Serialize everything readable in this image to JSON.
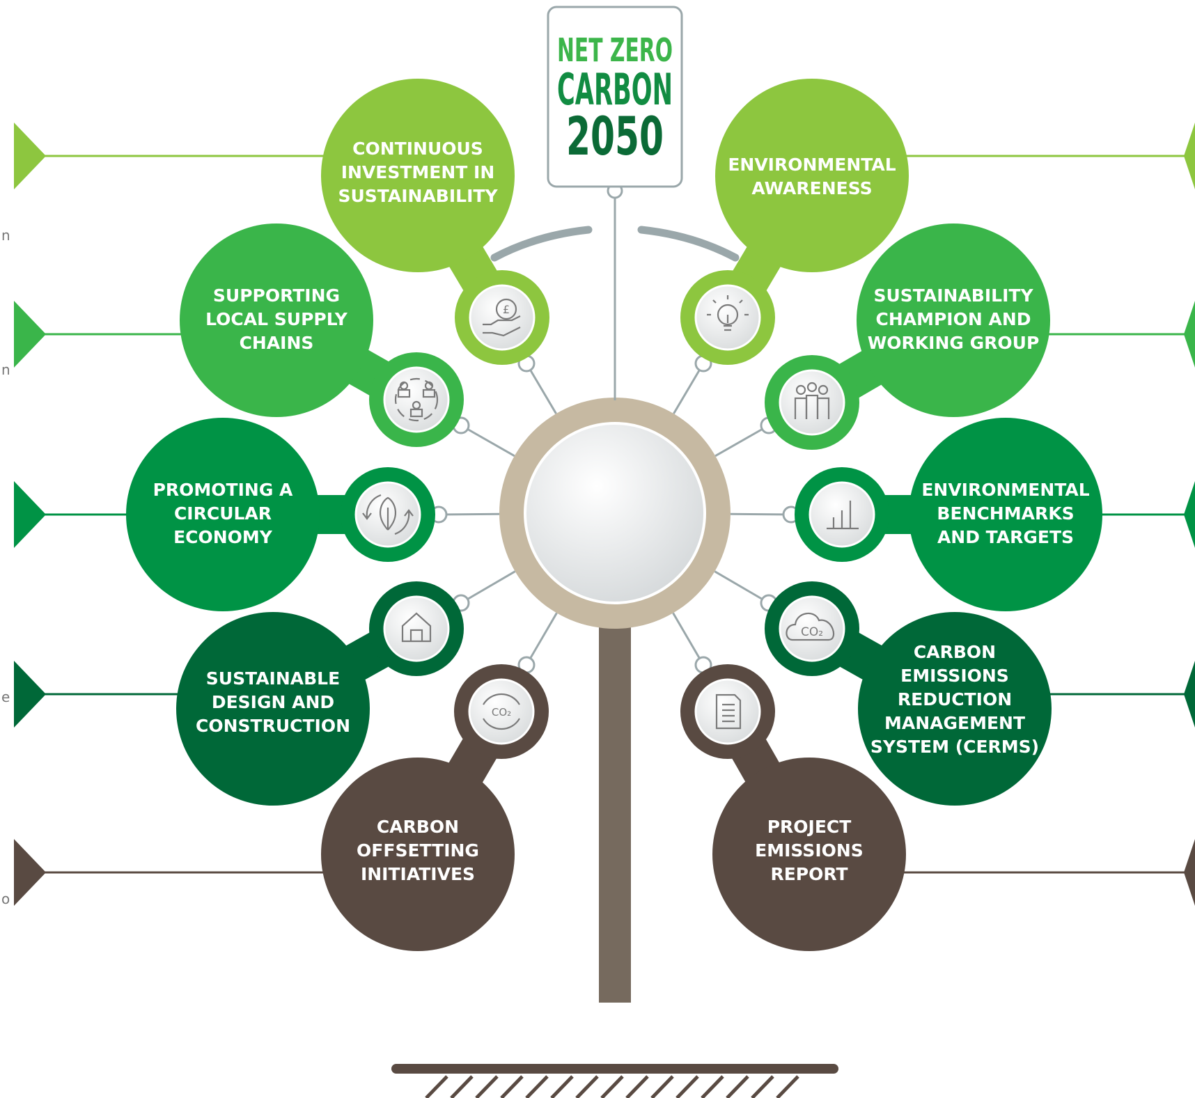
{
  "logo": {
    "line1": "NET ZERO",
    "line2": "CARBON",
    "line3": "2050"
  },
  "edge_fragments": {
    "f1": "n",
    "f2": "n",
    "f3": "e",
    "f4": "o"
  },
  "colors": {
    "lime": "#8dc63f",
    "green": "#3ab54a",
    "mid_green": "#009345",
    "dark_green": "#006838",
    "brown": "#594a42",
    "trunk": "#766a5e",
    "ring": "#c6b9a2",
    "connector": "#9aa7aa"
  },
  "items": [
    {
      "id": "continuous-investment",
      "side": "left",
      "color": "lime",
      "icon": "hand-pound-icon",
      "lines": [
        "CONTINUOUS",
        "INVESTMENT IN",
        "SUSTAINABILITY"
      ]
    },
    {
      "id": "supporting-local-supply-chains",
      "side": "left",
      "color": "green",
      "icon": "people-network-icon",
      "lines": [
        "SUPPORTING",
        "LOCAL SUPPLY",
        "CHAINS"
      ]
    },
    {
      "id": "promoting-circular-economy",
      "side": "left",
      "color": "mid_green",
      "icon": "leaf-recycle-icon",
      "lines": [
        "PROMOTING A",
        "CIRCULAR",
        "ECONOMY"
      ]
    },
    {
      "id": "sustainable-design-construction",
      "side": "left",
      "color": "dark_green",
      "icon": "house-icon",
      "lines": [
        "SUSTAINABLE",
        "DESIGN AND",
        "CONSTRUCTION"
      ]
    },
    {
      "id": "carbon-offsetting-initiatives",
      "side": "left",
      "color": "brown",
      "icon": "co2-cycle-icon",
      "lines": [
        "CARBON",
        "OFFSETTING",
        "INITIATIVES"
      ]
    },
    {
      "id": "environmental-awareness",
      "side": "right",
      "color": "lime",
      "icon": "lightbulb-icon",
      "lines": [
        "ENVIRONMENTAL",
        "AWARENESS"
      ]
    },
    {
      "id": "sustainability-champion",
      "side": "right",
      "color": "green",
      "icon": "team-icon",
      "lines": [
        "SUSTAINABILITY",
        "CHAMPION AND",
        "WORKING GROUP"
      ]
    },
    {
      "id": "environmental-benchmarks",
      "side": "right",
      "color": "mid_green",
      "icon": "bar-chart-icon",
      "lines": [
        "ENVIRONMENTAL",
        "BENCHMARKS",
        "AND TARGETS"
      ]
    },
    {
      "id": "cerms",
      "side": "right",
      "color": "dark_green",
      "icon": "co2-cloud-icon",
      "lines": [
        "CARBON",
        "EMISSIONS",
        "REDUCTION",
        "MANAGEMENT",
        "SYSTEM  (CERMS)"
      ]
    },
    {
      "id": "project-emissions-report",
      "side": "right",
      "color": "brown",
      "icon": "document-icon",
      "lines": [
        "PROJECT",
        "EMISSIONS",
        "REPORT"
      ]
    }
  ]
}
